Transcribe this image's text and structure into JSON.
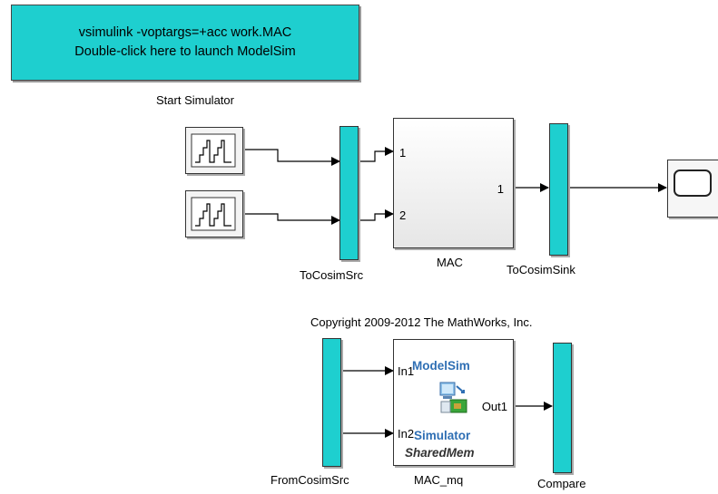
{
  "launch_box": {
    "line1": "vsimulink  -voptargs=+acc work.MAC",
    "line2": "Double-click here to launch ModelSim"
  },
  "labels": {
    "start_simulator": "Start Simulator",
    "to_cosim_src": "ToCosimSrc",
    "mac": "MAC",
    "to_cosim_sink": "ToCosimSink",
    "copyright": "Copyright 2009-2012 The MathWorks, Inc.",
    "from_cosim_src": "FromCosimSrc",
    "mac_mq": "MAC_mq",
    "compare": "Compare"
  },
  "mac_ports": {
    "in1": "1",
    "in2": "2",
    "out1": "1"
  },
  "mac_mq_ports": {
    "in1": "In1",
    "in2": "In2",
    "out1": "Out1"
  },
  "mac_mq_icon": {
    "title": "ModelSim",
    "subtitle": "Simulator",
    "mode": "SharedMem"
  },
  "colors": {
    "cosim_cyan": "#1ecfcf",
    "modelsim_blue": "#2f6fb4"
  },
  "icons": [
    "staircase-signal-icon",
    "scope-screen-icon",
    "modelsim-computer-icon"
  ]
}
